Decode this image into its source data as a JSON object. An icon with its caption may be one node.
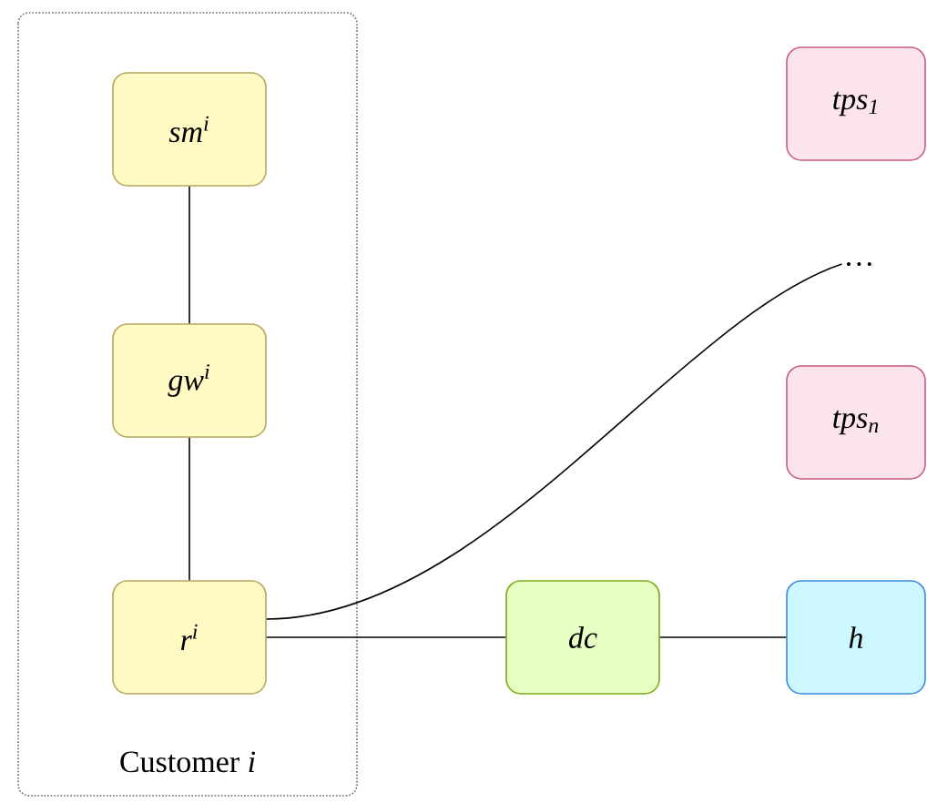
{
  "diagram": {
    "nodes": [
      {
        "text": [
          "Customer *i*"
        ]
      },
      {
        "text": [
          "sm$^{i}$"
        ],
        "in": 0
      },
      {
        "text": [
          "gw$^{i}$"
        ],
        "in": 0
      },
      {
        "text": [
          "r$^{i}$"
        ],
        "in": 0
      },
      {
        "text": [
          "tps$_{1}$"
        ]
      },
      {
        "text": [
          "…"
        ]
      },
      {
        "text": [
          "tps$_{n}$"
        ]
      },
      {
        "text": [
          "dc"
        ]
      },
      {
        "text": [
          "h"
        ]
      }
    ],
    "edges": [
      {
        "from": 1,
        "to": 2,
        "arrow": "none"
      },
      {
        "from": 2,
        "to": 3,
        "arrow": "none"
      },
      {
        "from": 3,
        "to": 5,
        "arrow": "none"
      },
      {
        "from": 3,
        "to": 7,
        "arrow": "none"
      },
      {
        "from": 7,
        "to": 8,
        "arrow": "none"
      }
    ]
  }
}
